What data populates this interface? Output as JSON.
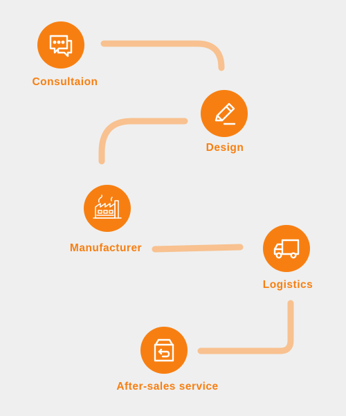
{
  "steps": [
    {
      "label": "Consultaion",
      "icon": "chat-bubbles-icon"
    },
    {
      "label": "Design",
      "icon": "pencil-icon"
    },
    {
      "label": "Manufacturer",
      "icon": "factory-icon"
    },
    {
      "label": "Logistics",
      "icon": "delivery-truck-icon"
    },
    {
      "label": "After-sales service",
      "icon": "return-box-icon"
    }
  ],
  "colors": {
    "accent": "#f77f11",
    "connector": "#f8c18f",
    "background": "#efefef"
  }
}
